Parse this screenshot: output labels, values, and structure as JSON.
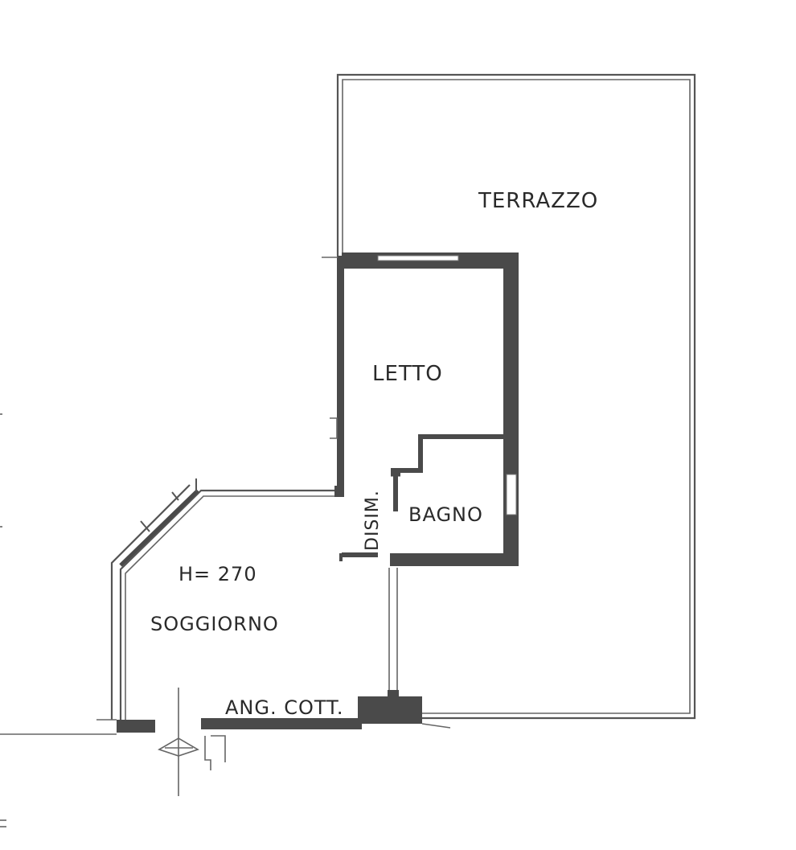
{
  "rooms": {
    "terrazzo": "TERRAZZO",
    "letto": "LETTO",
    "bagno": "BAGNO",
    "disim": "DISIM.",
    "height": "H= 270",
    "soggiorno": "SOGGIORNO",
    "angolo_cottura": "ANG. COTT."
  },
  "colors": {
    "wall": "#4a4a4a",
    "line": "#555555",
    "text": "#2a2a2a"
  }
}
